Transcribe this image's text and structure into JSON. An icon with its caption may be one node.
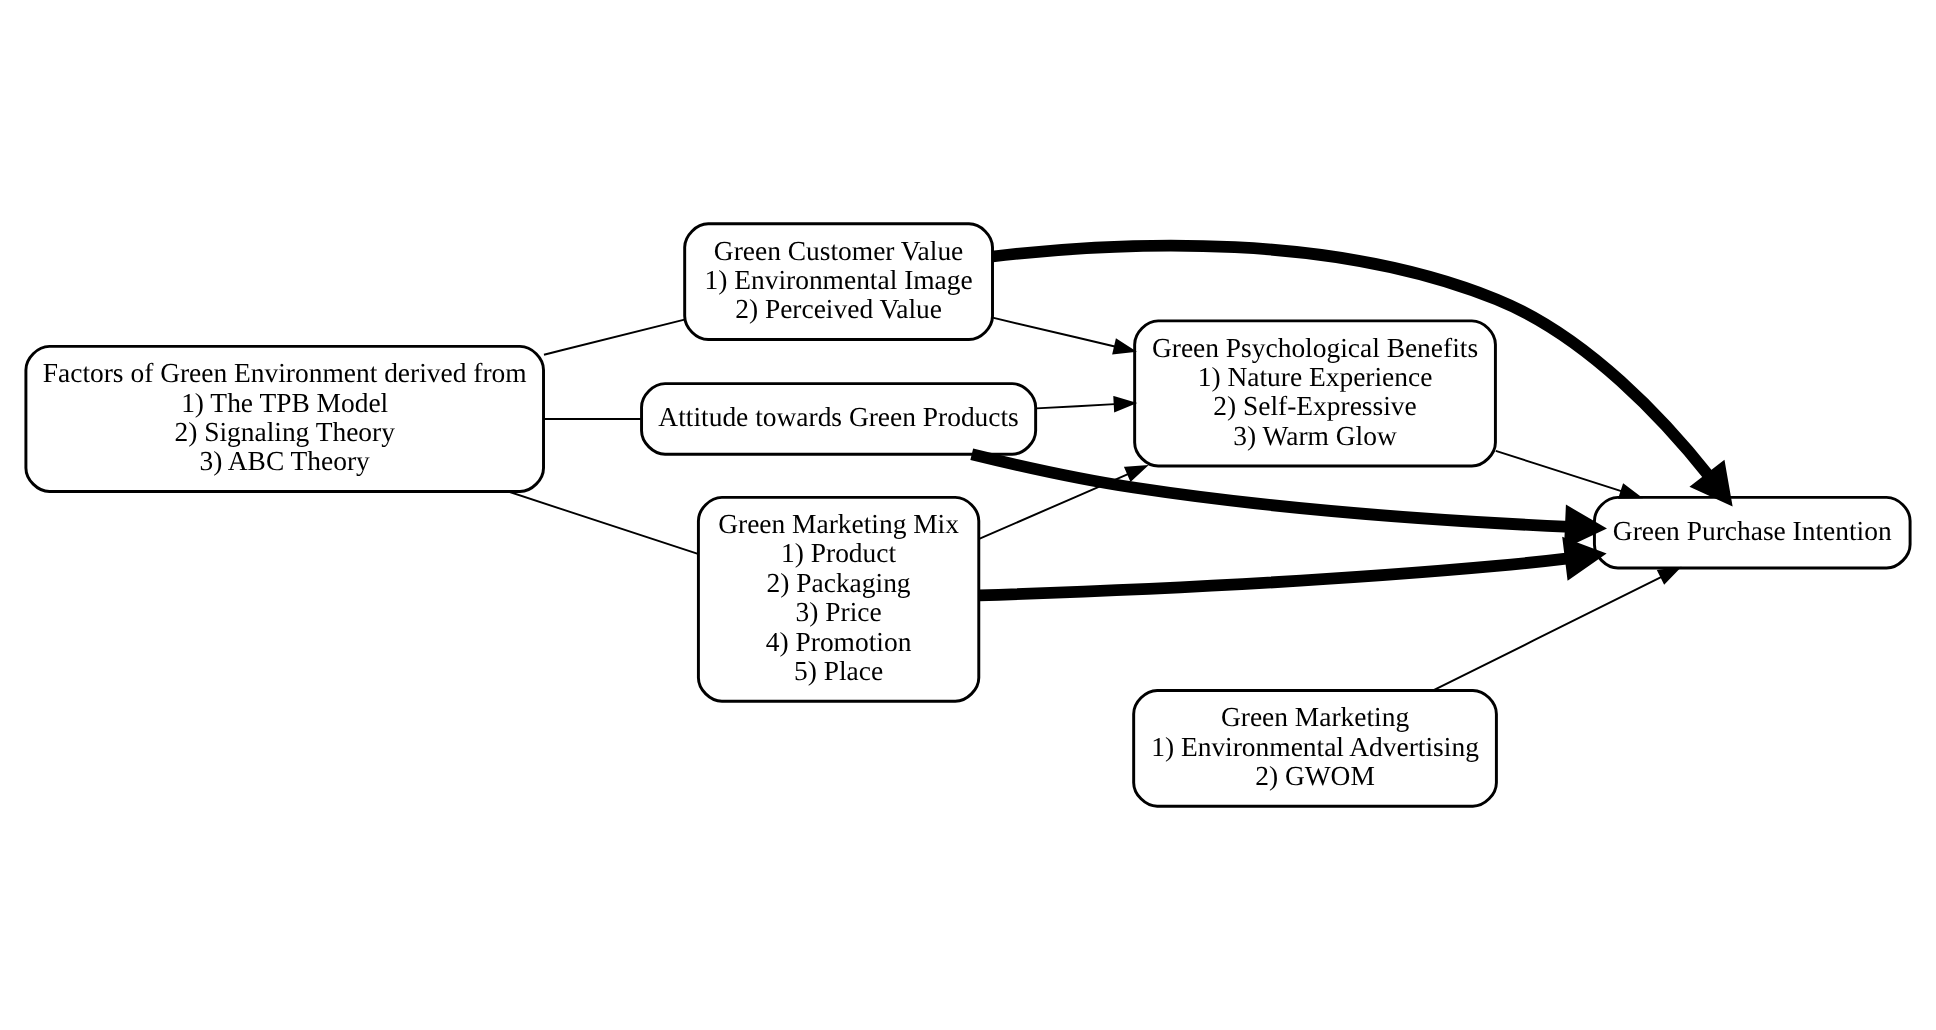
{
  "diagram": {
    "nodes": [
      {
        "text": [
          "Factors of Green Environment derived from",
          "1) The TPB Model",
          "2) Signaling Theory",
          "3) ABC Theory"
        ]
      },
      {
        "text": [
          "Green Customer Value",
          "1) Environmental Image",
          "2) Perceived Value"
        ]
      },
      {
        "text": [
          "Attitude towards Green Products"
        ]
      },
      {
        "text": [
          "Green Marketing Mix",
          "1) Product",
          "2) Packaging",
          "3) Price",
          "4) Promotion",
          "5) Place"
        ]
      },
      {
        "text": [
          "Green Psychological Benefits",
          "1) Nature Experience",
          "2) Self-Expressive",
          "3) Warm Glow"
        ]
      },
      {
        "text": [
          "Green Purchase Intention"
        ]
      },
      {
        "text": [
          "Green Marketing",
          "1) Environmental Advertising",
          "2) GWOM"
        ]
      }
    ],
    "edges": [
      {
        "from": 0,
        "to": 1,
        "arrow": "none"
      },
      {
        "from": 0,
        "to": 2,
        "arrow": "none"
      },
      {
        "from": 0,
        "to": 3,
        "arrow": "none"
      },
      {
        "from": 1,
        "to": 4,
        "arrow": "to"
      },
      {
        "from": 2,
        "to": 4,
        "arrow": "to"
      },
      {
        "from": 3,
        "to": 4,
        "arrow": "to"
      },
      {
        "from": 1,
        "to": 5,
        "arrow": "to",
        "style": "thick"
      },
      {
        "from": 2,
        "to": 5,
        "arrow": "to",
        "style": "thick"
      },
      {
        "from": 3,
        "to": 5,
        "arrow": "to",
        "style": "thick"
      },
      {
        "from": 4,
        "to": 5,
        "arrow": "to"
      },
      {
        "from": 6,
        "to": 5,
        "arrow": "to"
      }
    ]
  }
}
